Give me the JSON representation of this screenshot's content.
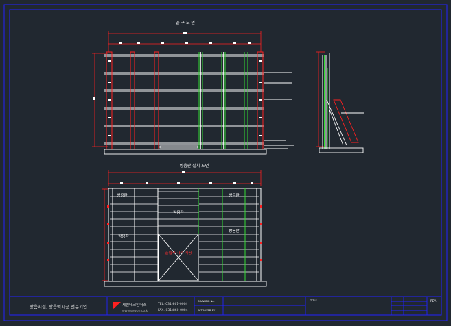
{
  "colors": {
    "background": "#212830",
    "frame": "#2222ff",
    "line": "#ffffff",
    "dimension": "#ff2020",
    "accent_green": "#33dd33",
    "cross": "#ff3030"
  },
  "upper_view": {
    "title": "골 구 도 면"
  },
  "lower_view": {
    "title": "방음판 설치 도면",
    "panel_labels": [
      "방음판",
      "방음판",
      "방음판",
      "방음판",
      "방음판"
    ],
    "opening_label": "출입구 자리 시공"
  },
  "title_block": {
    "project_title": "방음시설, 방음벽시공 전문기업",
    "company_name": "세원테크인더스",
    "website": "www.sewon.co.kr",
    "tel": "TEL.(031)861-0004",
    "fax": "FAX.(031)860-0004",
    "field_a": "DRAWING No.",
    "field_b": "APPROVED BY",
    "field_c": "TITLE",
    "rev": "REV."
  }
}
